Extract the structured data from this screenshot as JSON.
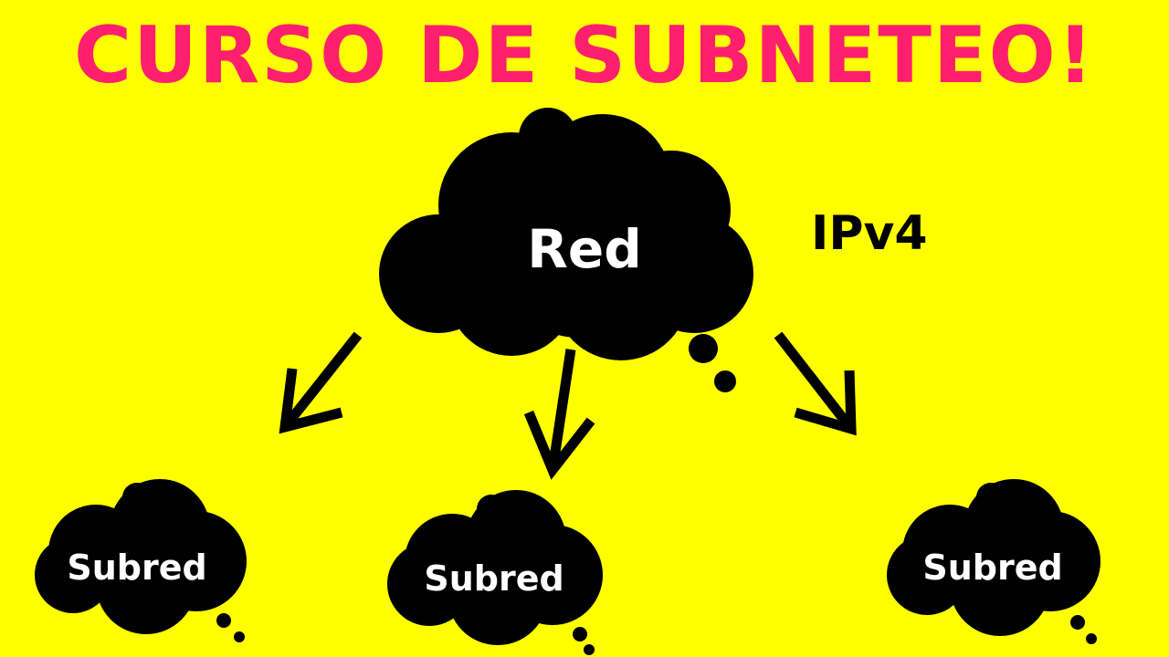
{
  "title": "CURSO DE SUBNETEO!",
  "main_cloud": {
    "label": "Red"
  },
  "protocol_label": "IPv4",
  "subnets": [
    {
      "label": "Subred"
    },
    {
      "label": "Subred"
    },
    {
      "label": "Subred"
    }
  ],
  "colors": {
    "background": "#FFFF00",
    "title": "#FF1F6E",
    "cloud": "#000000",
    "cloud_text": "#FFFFFF"
  }
}
